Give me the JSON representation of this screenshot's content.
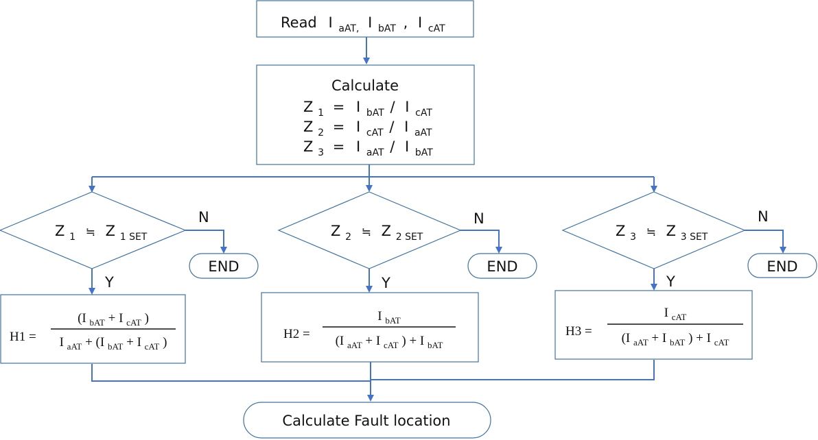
{
  "diagram": {
    "read_box": {
      "prefix": "Read",
      "i": "I",
      "sub_a": "aAT,",
      "sub_b": "bAT",
      "comma": ",",
      "sub_c": "cAT"
    },
    "calc_box": {
      "title": "Calculate",
      "lines": [
        {
          "z": "Z",
          "zsub": "1",
          "eq": "=",
          "i1": "I",
          "s1": "bAT",
          "slash": "/",
          "i2": "I",
          "s2": "cAT"
        },
        {
          "z": "Z",
          "zsub": "2",
          "eq": "=",
          "i1": "I",
          "s1": "cAT",
          "slash": "/",
          "i2": "I",
          "s2": "aAT"
        },
        {
          "z": "Z",
          "zsub": "3",
          "eq": "=",
          "i1": "I",
          "s1": "aAT",
          "slash": "/",
          "i2": "I",
          "s2": "bAT"
        }
      ]
    },
    "decisions": [
      {
        "z": "Z",
        "sub": "1",
        "approx": "≒",
        "set_z": "Z",
        "set_sub": "1 SET",
        "no_label": "N",
        "yes_label": "Y",
        "end_label": "END"
      },
      {
        "z": "Z",
        "sub": "2",
        "approx": "≒",
        "set_z": "Z",
        "set_sub": "2 SET",
        "no_label": "N",
        "yes_label": "Y",
        "end_label": "END"
      },
      {
        "z": "Z",
        "sub": "3",
        "approx": "≒",
        "set_z": "Z",
        "set_sub": "3 SET",
        "no_label": "N",
        "yes_label": "Y",
        "end_label": "END"
      }
    ],
    "formulas": {
      "h1": {
        "label": "H1 =",
        "num": {
          "p1": "(I",
          "s1": "bAT",
          "p2": " + I",
          "s2": "cAT",
          "p3": ")"
        },
        "den": {
          "p1": "I",
          "s1": "aAT",
          "p2": " + (I",
          "s2": "bAT",
          "p3": "+ I",
          "s3": "cAT",
          "p4": ")"
        }
      },
      "h2": {
        "label": "H2 =",
        "num": {
          "p1": "I",
          "s1": "bAT"
        },
        "den": {
          "p1": "(I",
          "s1": "aAT",
          "p2": " + I",
          "s2": "cAT",
          "p3": ") + I",
          "s3": "bAT"
        }
      },
      "h3": {
        "label": "H3 =",
        "num": {
          "p1": "I",
          "s1": "cAT"
        },
        "den": {
          "p1": "(I",
          "s1": "aAT",
          "p2": " + I",
          "s2": "bAT",
          "p3": ") + I",
          "s3": "cAT"
        }
      }
    },
    "final_box": {
      "label": "Calculate Fault location"
    },
    "colors": {
      "edge": "#4472c4",
      "node_border": "#41719c"
    }
  }
}
